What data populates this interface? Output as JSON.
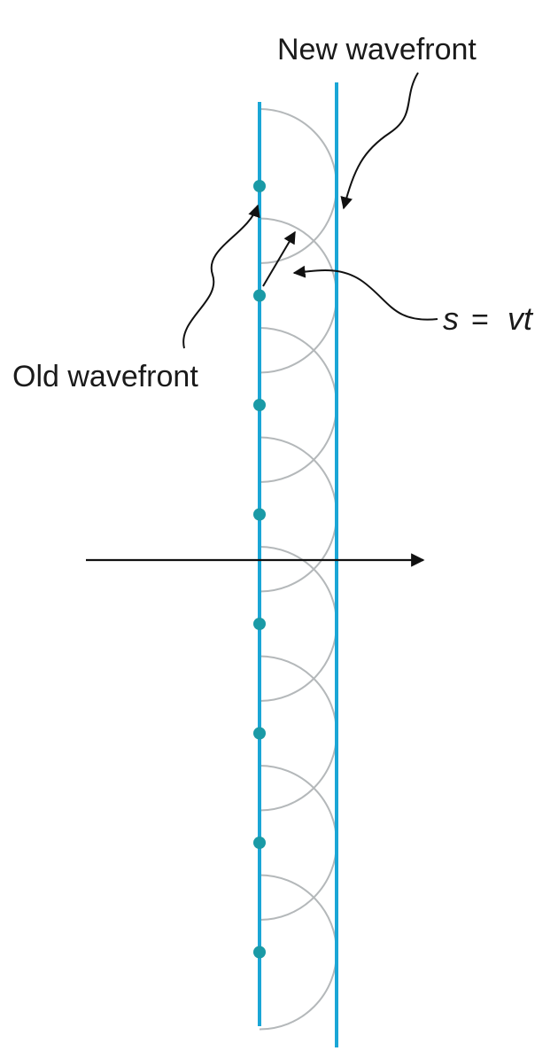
{
  "labels": {
    "new_wavefront": "New wavefront",
    "old_wavefront": "Old wavefront",
    "equation_s": "s",
    "equation_eq": "=",
    "equation_vt": "vt"
  },
  "colors": {
    "wavefront": "#1aa6d6",
    "source_dot": "#1a9aa6",
    "wavelet": "#b4b8ba",
    "arrow": "#111111",
    "text": "#1a1a1a"
  },
  "diagram": {
    "source_count": 8
  }
}
